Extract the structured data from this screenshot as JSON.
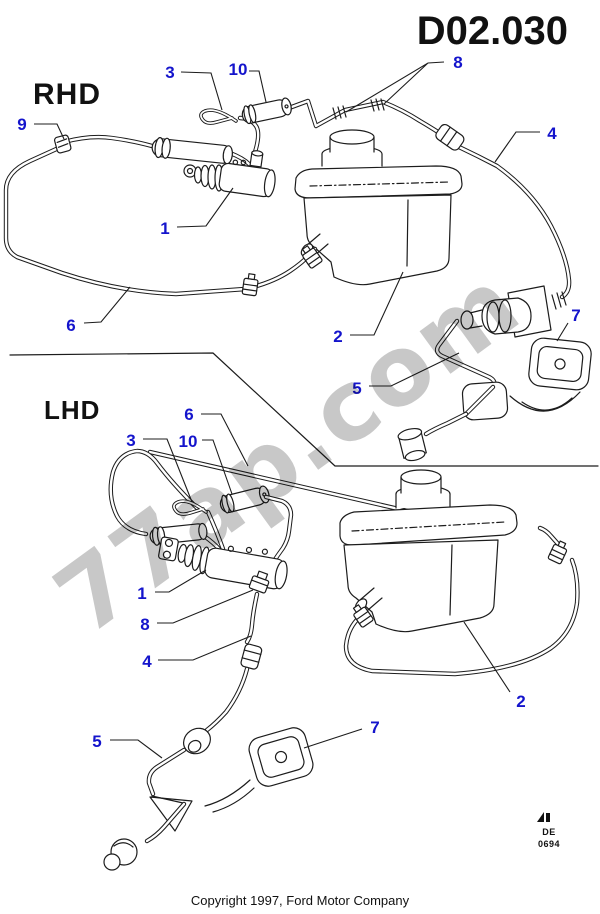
{
  "header": {
    "title": "D02.030"
  },
  "sections": {
    "rhd": "RHD",
    "lhd": "LHD"
  },
  "callouts": {
    "rhd": {
      "n1": "1",
      "n2": "2",
      "n3": "3",
      "n4": "4",
      "n5": "5",
      "n6": "6",
      "n7": "7",
      "n8": "8",
      "n9": "9",
      "n10": "10"
    },
    "lhd": {
      "n1": "1",
      "n2": "2",
      "n3": "3",
      "n4": "4",
      "n5": "5",
      "n6": "6",
      "n7": "7",
      "n8": "8",
      "n10": "10"
    }
  },
  "watermark": {
    "text": "77ap.com"
  },
  "stamp": {
    "line1": "DE",
    "line2": "0694"
  },
  "footer": {
    "copyright": "Copyright 1997, Ford Motor Company"
  },
  "colors": {
    "callout": "#1414cc",
    "line": "#1c1c1c",
    "watermark": "#c8c8c8"
  }
}
